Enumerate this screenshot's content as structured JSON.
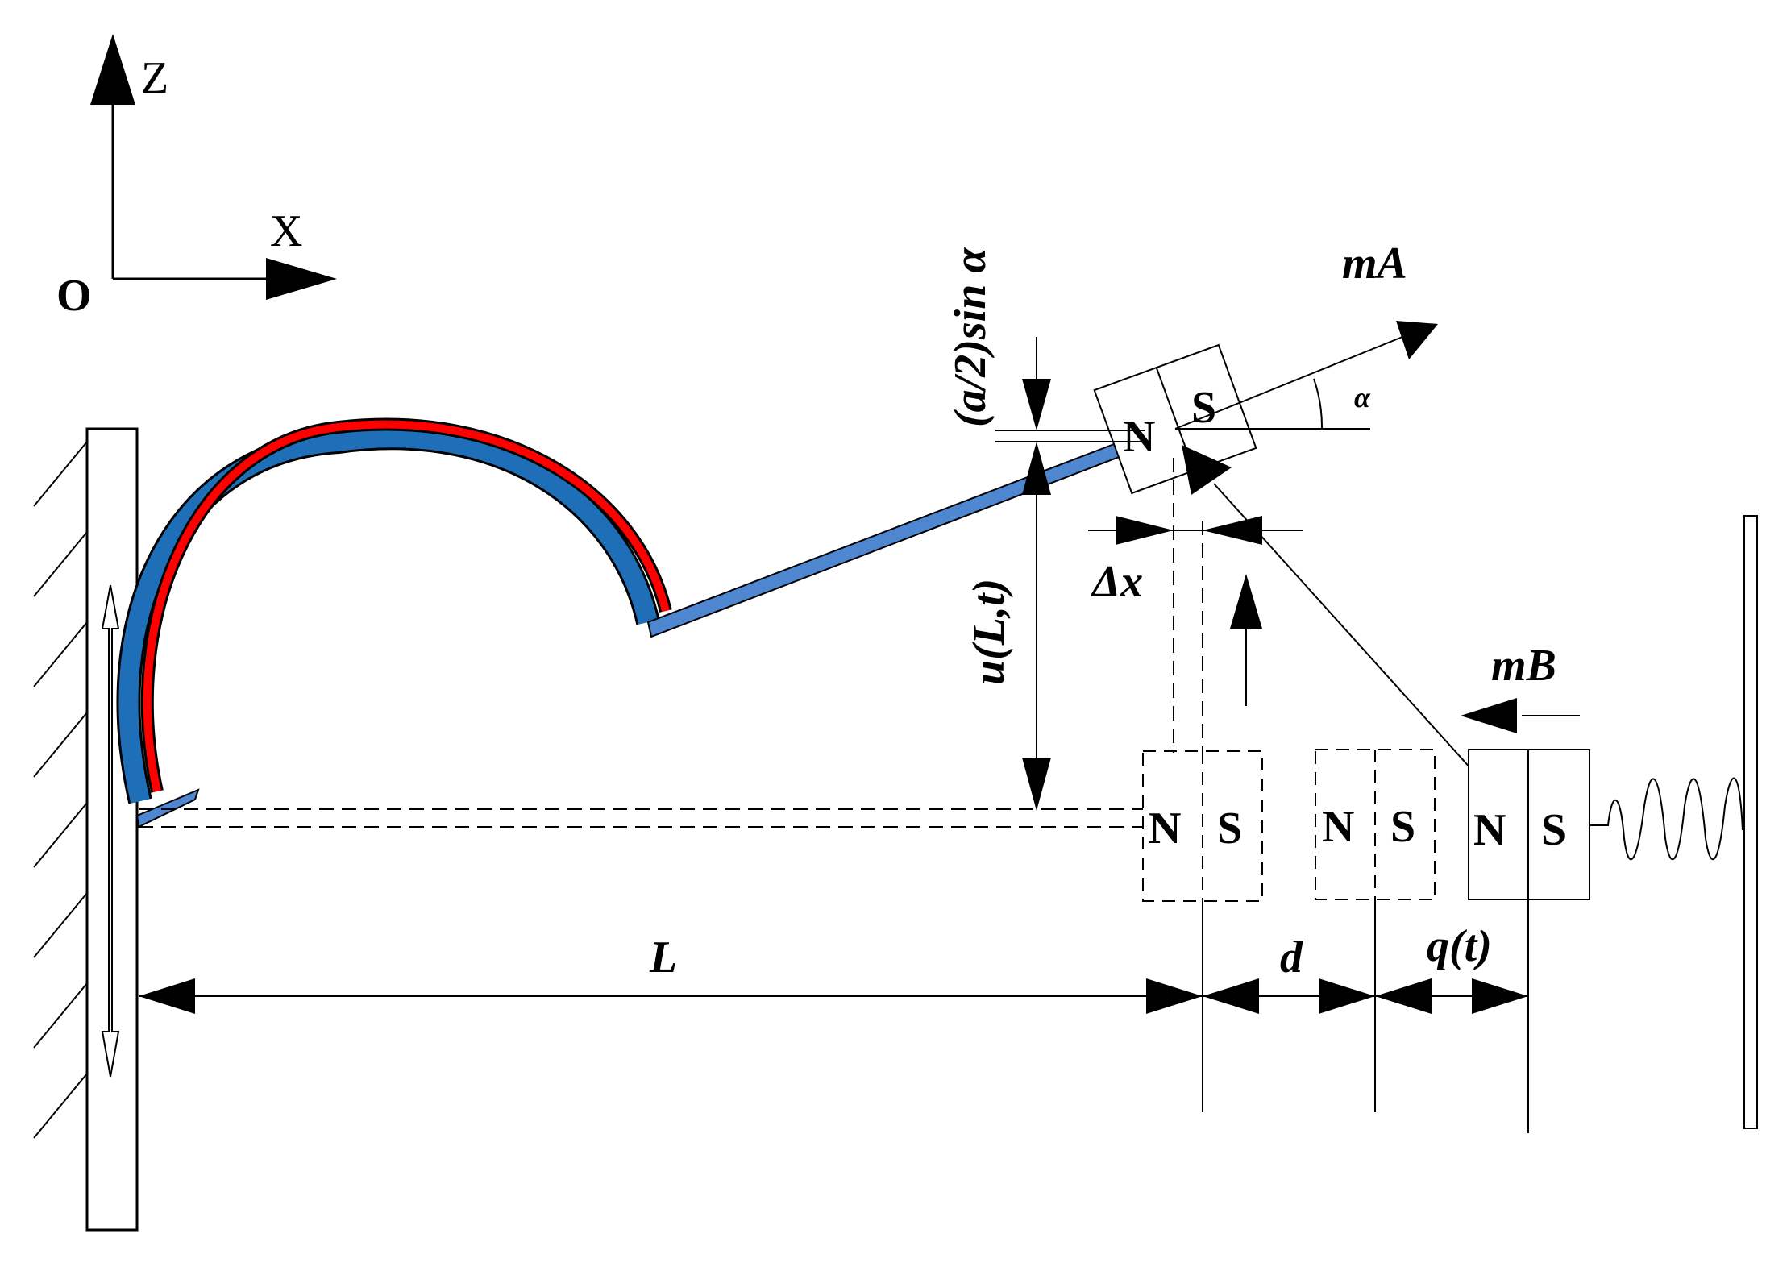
{
  "axes": {
    "origin": "O",
    "x": "X",
    "z": "Z"
  },
  "labels": {
    "half_a_sin_alpha": "(a/2)sin α",
    "m_a": "mA",
    "m_b": "mB",
    "alpha": "α",
    "u_l_t": "u(L,t)",
    "delta_x": "Δx",
    "length_l": "L",
    "gap_d": "d",
    "q_t": "q(t)"
  },
  "magnets": {
    "tip": {
      "north": "N",
      "south": "S"
    },
    "tip_rest": {
      "north": "N",
      "south": "S"
    },
    "middle": {
      "north": "N",
      "south": "S"
    },
    "external": {
      "north": "N",
      "south": "S"
    }
  },
  "colors": {
    "line": "#000000",
    "red_layer": "#ff0000",
    "blue_layer": "#1f6fb8",
    "beam_blue": "#4f86d0"
  }
}
